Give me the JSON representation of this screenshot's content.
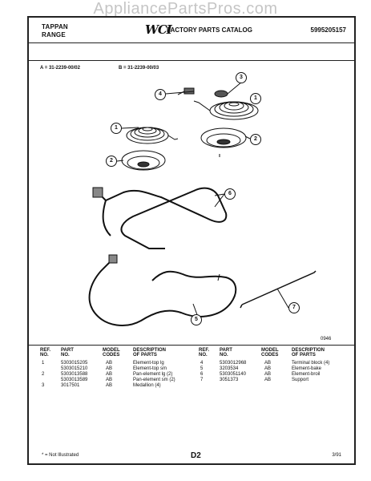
{
  "watermark": "AppliancePartsPros.com",
  "header": {
    "brand_line1": "TAPPAN",
    "brand_line2": "RANGE",
    "logo": "WCI",
    "catalog": "FACTORY PARTS CATALOG",
    "catalog_number": "5995205157"
  },
  "variants": {
    "a": "A = 31-2239-00/02",
    "b": "B = 31-2239-00/03"
  },
  "diagram": {
    "callouts": [
      "1",
      "2",
      "3",
      "4",
      "5",
      "6",
      "7"
    ],
    "code": "0946"
  },
  "table_headers": {
    "ref": [
      "REF.",
      "NO."
    ],
    "part": [
      "PART",
      "NO."
    ],
    "model": [
      "MODEL",
      "CODES"
    ],
    "desc": [
      "DESCRIPTION",
      "OF PARTS"
    ]
  },
  "parts_left": [
    {
      "ref": "1",
      "part": "5303015205",
      "model": "AB",
      "desc": "Element-top lg"
    },
    {
      "ref": "",
      "part": "5303015210",
      "model": "AB",
      "desc": "Element-top sm"
    },
    {
      "ref": "2",
      "part": "5303013588",
      "model": "AB",
      "desc": "Pan-element lg (2)"
    },
    {
      "ref": "",
      "part": "5303013589",
      "model": "AB",
      "desc": "Pan-element sm (2)"
    },
    {
      "ref": "3",
      "part": "3017501",
      "model": "AB",
      "desc": "Medallion (4)"
    }
  ],
  "parts_right": [
    {
      "ref": "4",
      "part": "5303012968",
      "model": "AB",
      "desc": "Terminal block (4)"
    },
    {
      "ref": "5",
      "part": "3203534",
      "model": "AB",
      "desc": "Element-bake"
    },
    {
      "ref": "6",
      "part": "5303051140",
      "model": "AB",
      "desc": "Element-broil"
    },
    {
      "ref": "7",
      "part": "3051373",
      "model": "AB",
      "desc": "Support"
    }
  ],
  "footer": {
    "note": "* = Not Illustrated",
    "page": "D2",
    "date": "3/91"
  }
}
